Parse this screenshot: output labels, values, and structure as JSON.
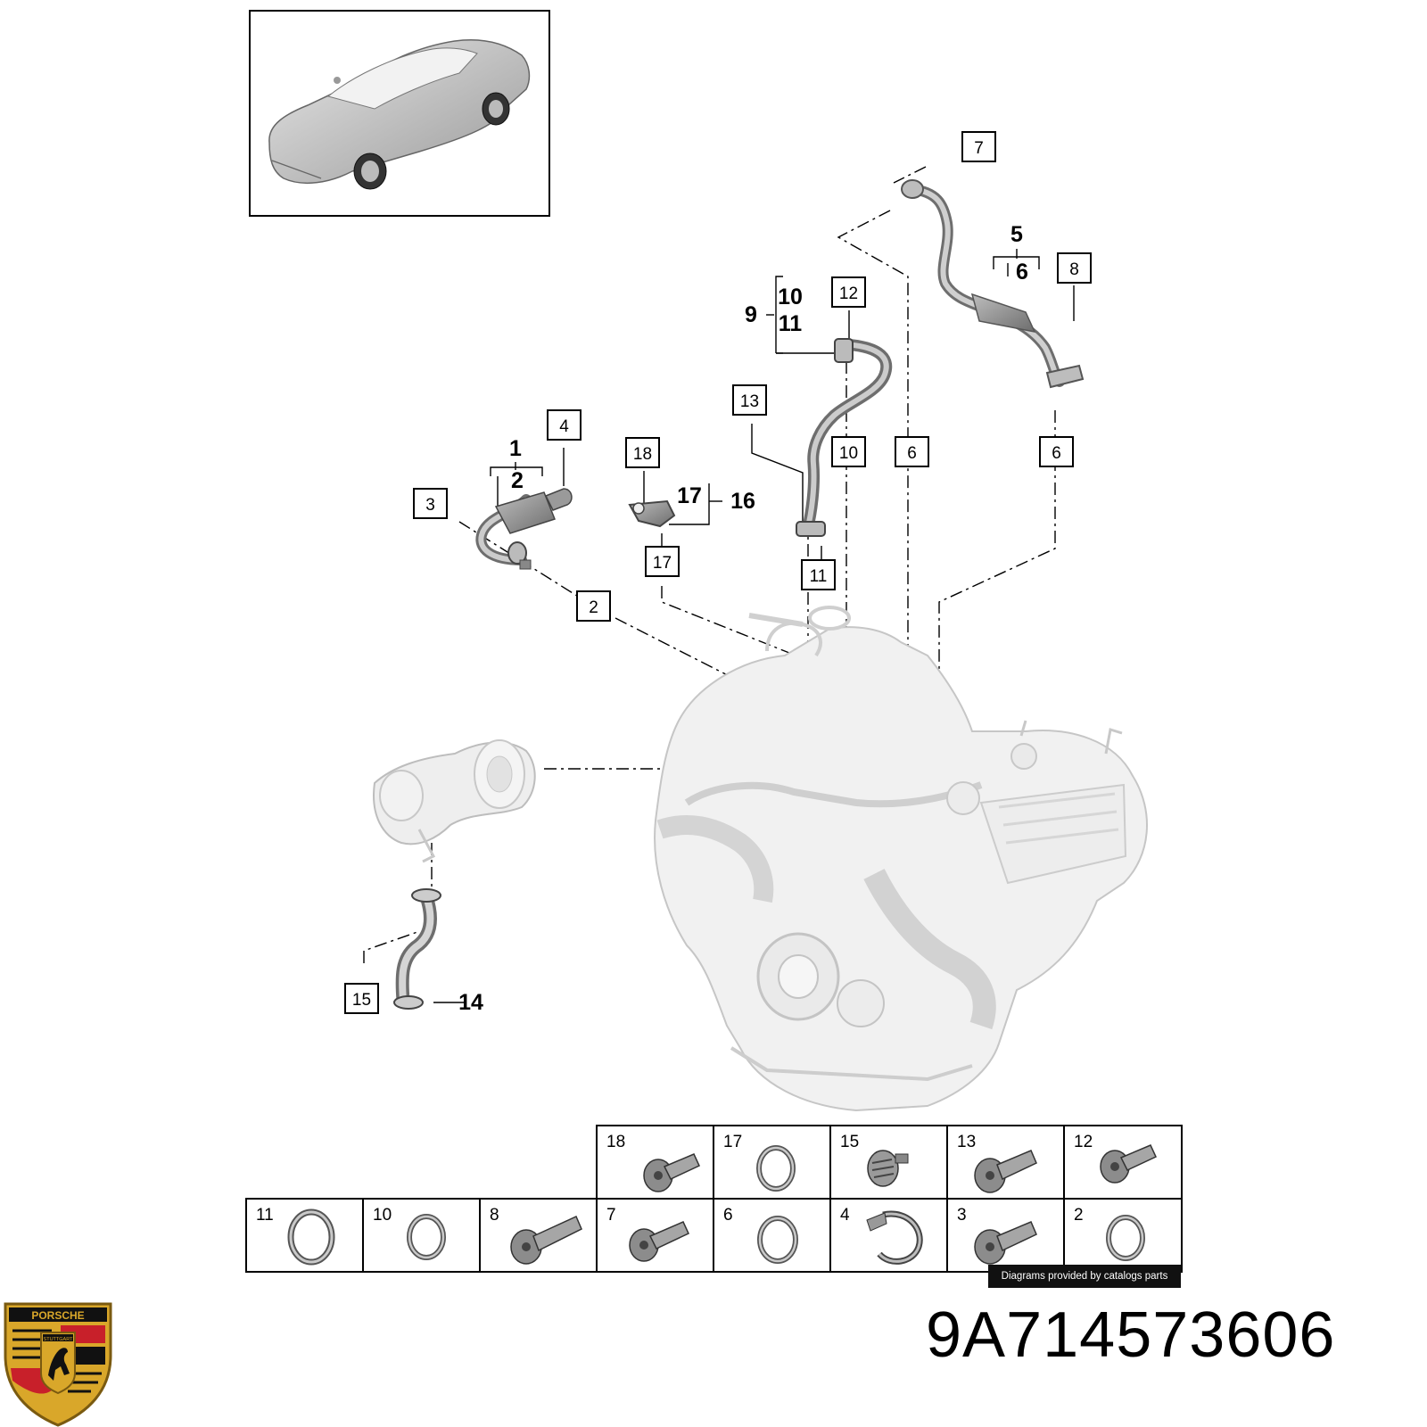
{
  "callouts": {
    "c2": "2",
    "c3": "3",
    "c4": "4",
    "c6a": "6",
    "c6b": "6",
    "c7": "7",
    "c8": "8",
    "c10": "10",
    "c11": "11",
    "c12": "12",
    "c13": "13",
    "c15": "15",
    "c17": "17",
    "c18": "18"
  },
  "labels": {
    "l1": "1",
    "l2": "2",
    "l5": "5",
    "l6": "6",
    "l9": "9",
    "l10": "10",
    "l11": "11",
    "l14": "14",
    "l16": "16",
    "l17": "17"
  },
  "parts_table": {
    "top_row": [
      "18",
      "17",
      "15",
      "13",
      "12"
    ],
    "bottom_row": [
      "11",
      "10",
      "8",
      "7",
      "6",
      "4",
      "3",
      "2"
    ]
  },
  "credit": "Diagrams provided by catalogs parts",
  "part_number": "9A714573606",
  "logo": {
    "brand": "PORSCHE",
    "city": "STUTTGART",
    "colors": {
      "gold": "#d9a72a",
      "red": "#c8202a",
      "black": "#111111"
    }
  }
}
